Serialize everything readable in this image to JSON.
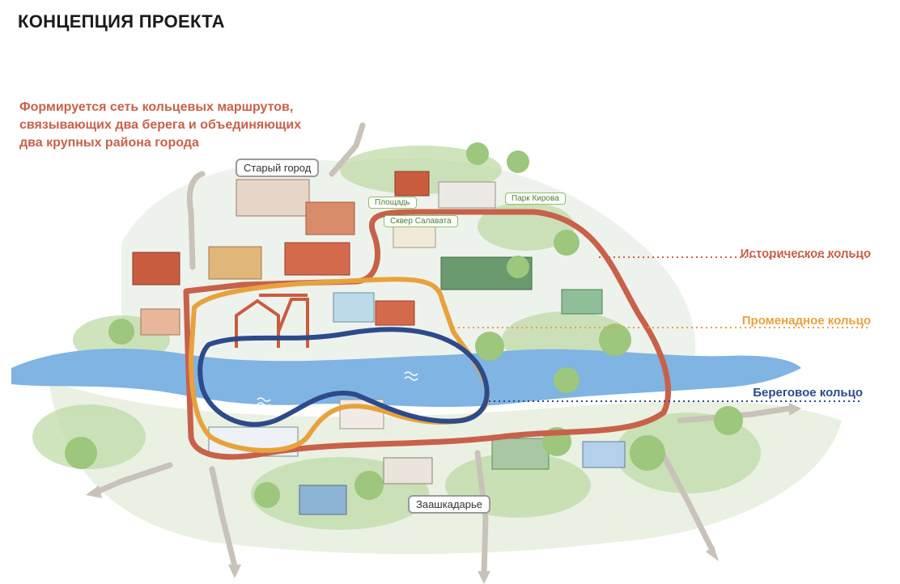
{
  "header": {
    "title": "КОНЦЕПЦИЯ ПРОЕКТА"
  },
  "description": {
    "lines": [
      "Формируется сеть кольцевых маршрутов,",
      "связывающих два берега и объединяющих",
      "два крупных района города"
    ]
  },
  "rings": {
    "historic": {
      "label": "Историческое кольцо",
      "color": "#c8614a"
    },
    "promenade": {
      "label": "Променадное кольцо",
      "color": "#e8a23c"
    },
    "shore": {
      "label": "Береговое кольцо",
      "color": "#2d4a8a"
    }
  },
  "districts": {
    "old_town": "Старый город",
    "zaashkadarye": "Заашкадарье"
  },
  "places": {
    "square": "Площадь",
    "kirov_park": "Парк Кирова",
    "salavat_square": "Сквер Салавата"
  },
  "colors": {
    "river": "#7fb4e3",
    "greenery": "#8bbf6a",
    "paths": "#b8b0a6"
  }
}
